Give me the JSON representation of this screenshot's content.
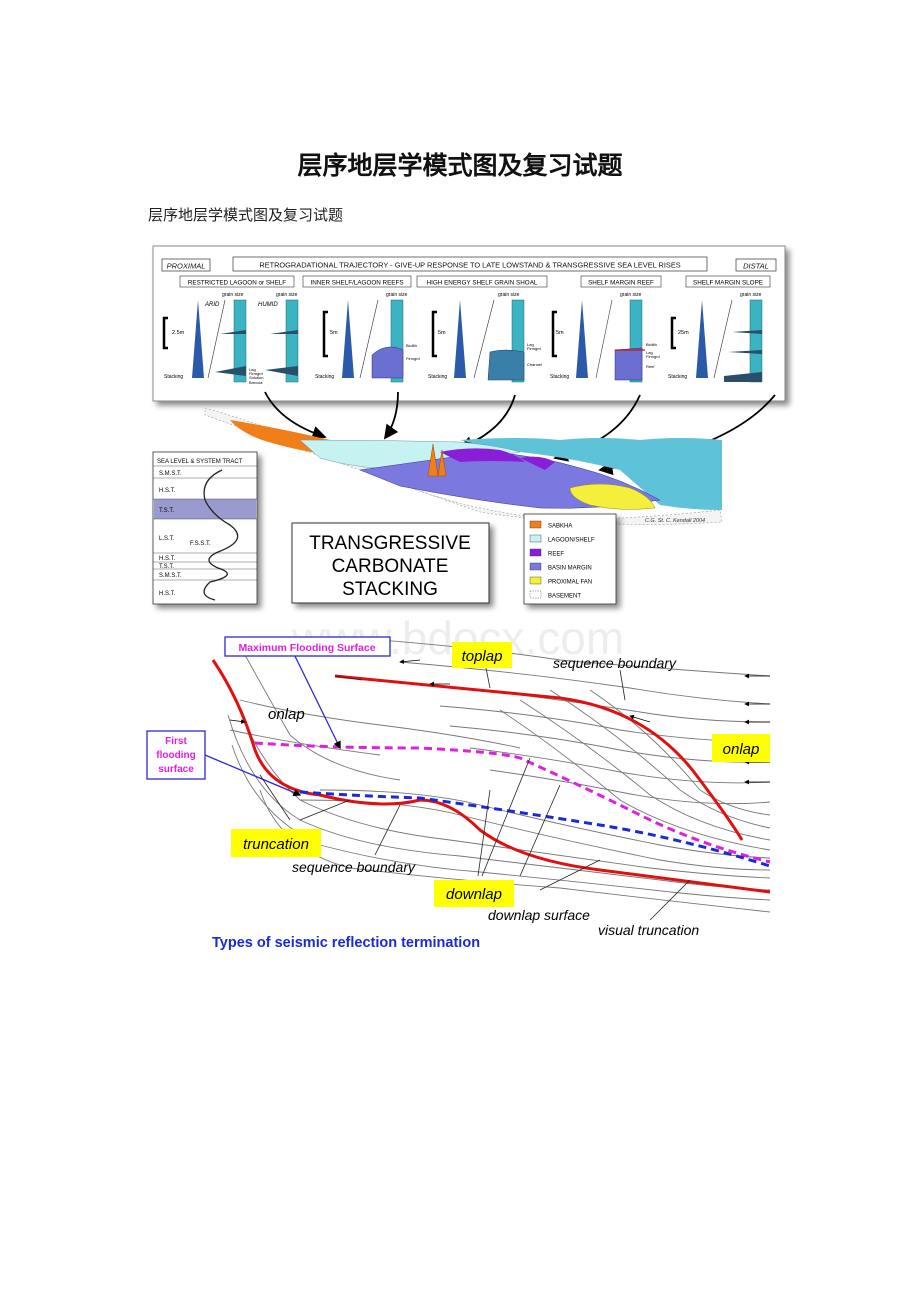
{
  "document": {
    "title": "层序地层学模式图及复习试题",
    "subtitle": "层序地层学模式图及复习试题"
  },
  "figure1": {
    "proximal": "PROXIMAL",
    "distal": "DISTAL",
    "header": "RETROGRADATIONAL TRAJECTORY - GIVE-UP RESPONSE TO LATE LOWSTAND & TRANSGRESSIVE SEA LEVEL RISES",
    "panels": [
      {
        "title": "RESTRICTED LAGOON or SHELF",
        "scale": "2.5m",
        "notes": [
          "ARID",
          "HUMID",
          "grain size",
          "grain size",
          "Stacking",
          "Lag",
          "Firmgrd",
          "Solution",
          "Breccia"
        ]
      },
      {
        "title": "INNER SHELF/LAGOON REEFS",
        "scale": "5m",
        "notes": [
          "grain size",
          "Stacking",
          "Biolith",
          "Firmgrd"
        ]
      },
      {
        "title": "HIGH ENERGY SHELF GRAIN SHOAL",
        "scale": "5m",
        "notes": [
          "grain size",
          "Stacking",
          "Lag",
          "Firmgrd",
          "Channel"
        ]
      },
      {
        "title": "SHELF MARGIN REEF",
        "scale": "5m",
        "notes": [
          "grain size",
          "Stacking",
          "Biolith",
          "Lag",
          "Firmgrd",
          "Reef"
        ]
      },
      {
        "title": "SHELF MARGIN SLOPE",
        "scale": "25m",
        "notes": [
          "grain size",
          "Stacking"
        ]
      }
    ],
    "sea_level_box": {
      "title": "SEA LEVEL & SYSTEM TRACT",
      "tracts": [
        "S.M.S.T.",
        "H.S.T.",
        "T.S.T.",
        "L.S.T.",
        "F.S.S.T.",
        "H.S.T.",
        "T.S.T.",
        "S.M.S.T.",
        "H.S.T."
      ]
    },
    "big_label": [
      "TRANSGRESSIVE",
      "CARBONATE",
      "STACKING"
    ],
    "legend": [
      {
        "label": "SABKHA",
        "color": "#f07f1a"
      },
      {
        "label": "LAGOON/SHELF",
        "color": "#c6f2f2"
      },
      {
        "label": "REEF",
        "color": "#8a1ed8"
      },
      {
        "label": "BASIN MARGIN",
        "color": "#7b78e0"
      },
      {
        "label": "PROXIMAL FAN",
        "color": "#f3ef3a"
      },
      {
        "label": "BASEMENT",
        "color": "#ffffff"
      }
    ],
    "credit": "C.G. St. C. Kendall 2004"
  },
  "watermark": "www.bdocx.com",
  "figure2": {
    "labels": {
      "mfs": "Maximum Flooding Surface",
      "toplap": "toplap",
      "sequence_boundary_top": "sequence boundary",
      "onlap_left": "onlap",
      "onlap_right": "onlap",
      "first_flooding": [
        "First",
        "flooding",
        "surface"
      ],
      "truncation": "truncation",
      "sequence_boundary_bottom": "sequence boundary",
      "downlap": "downlap",
      "downlap_surface": "downlap surface",
      "visual_truncation": "visual truncation"
    },
    "caption": "Types of seismic reflection termination",
    "colors": {
      "sequence_boundary": "#e01010",
      "mfs": "#e020e0",
      "ffs": "#1a2ad8",
      "highlight": "#ffff00"
    }
  }
}
